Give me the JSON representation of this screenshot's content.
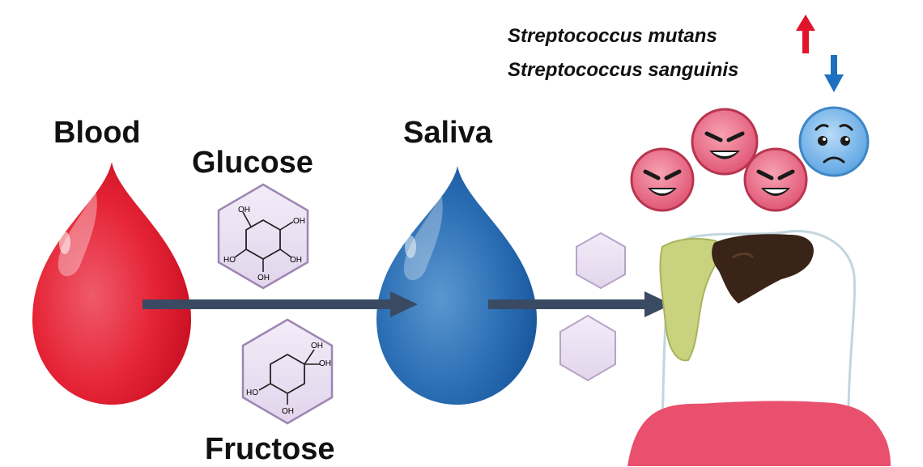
{
  "labels": {
    "blood": "Blood",
    "saliva": "Saliva",
    "glucose": "Glucose",
    "fructose": "Fructose"
  },
  "bacteria": {
    "increased": "Streptococcus mutans",
    "decreased": "Streptococcus sanguinis"
  },
  "molecule_labels": {
    "glucose_hydroxyls": [
      "OH",
      "OH",
      "HO",
      "OH",
      "OH"
    ],
    "fructose_hydroxyls": [
      "OH",
      "OH",
      "HO",
      "OH"
    ]
  },
  "colors": {
    "blood": "#e0152a",
    "saliva": "#1f64ad",
    "arrow": "#3a4a63",
    "up_arrow": "#e0152a",
    "down_arrow": "#1f6fbf",
    "sugar_hex": "#ece3f3",
    "bacteria_harmful": "#e0607a",
    "bacteria_beneficial": "#6aaee6",
    "gum": "#e8506d",
    "plaque": "#c9d27e",
    "decay": "#3a2418"
  }
}
